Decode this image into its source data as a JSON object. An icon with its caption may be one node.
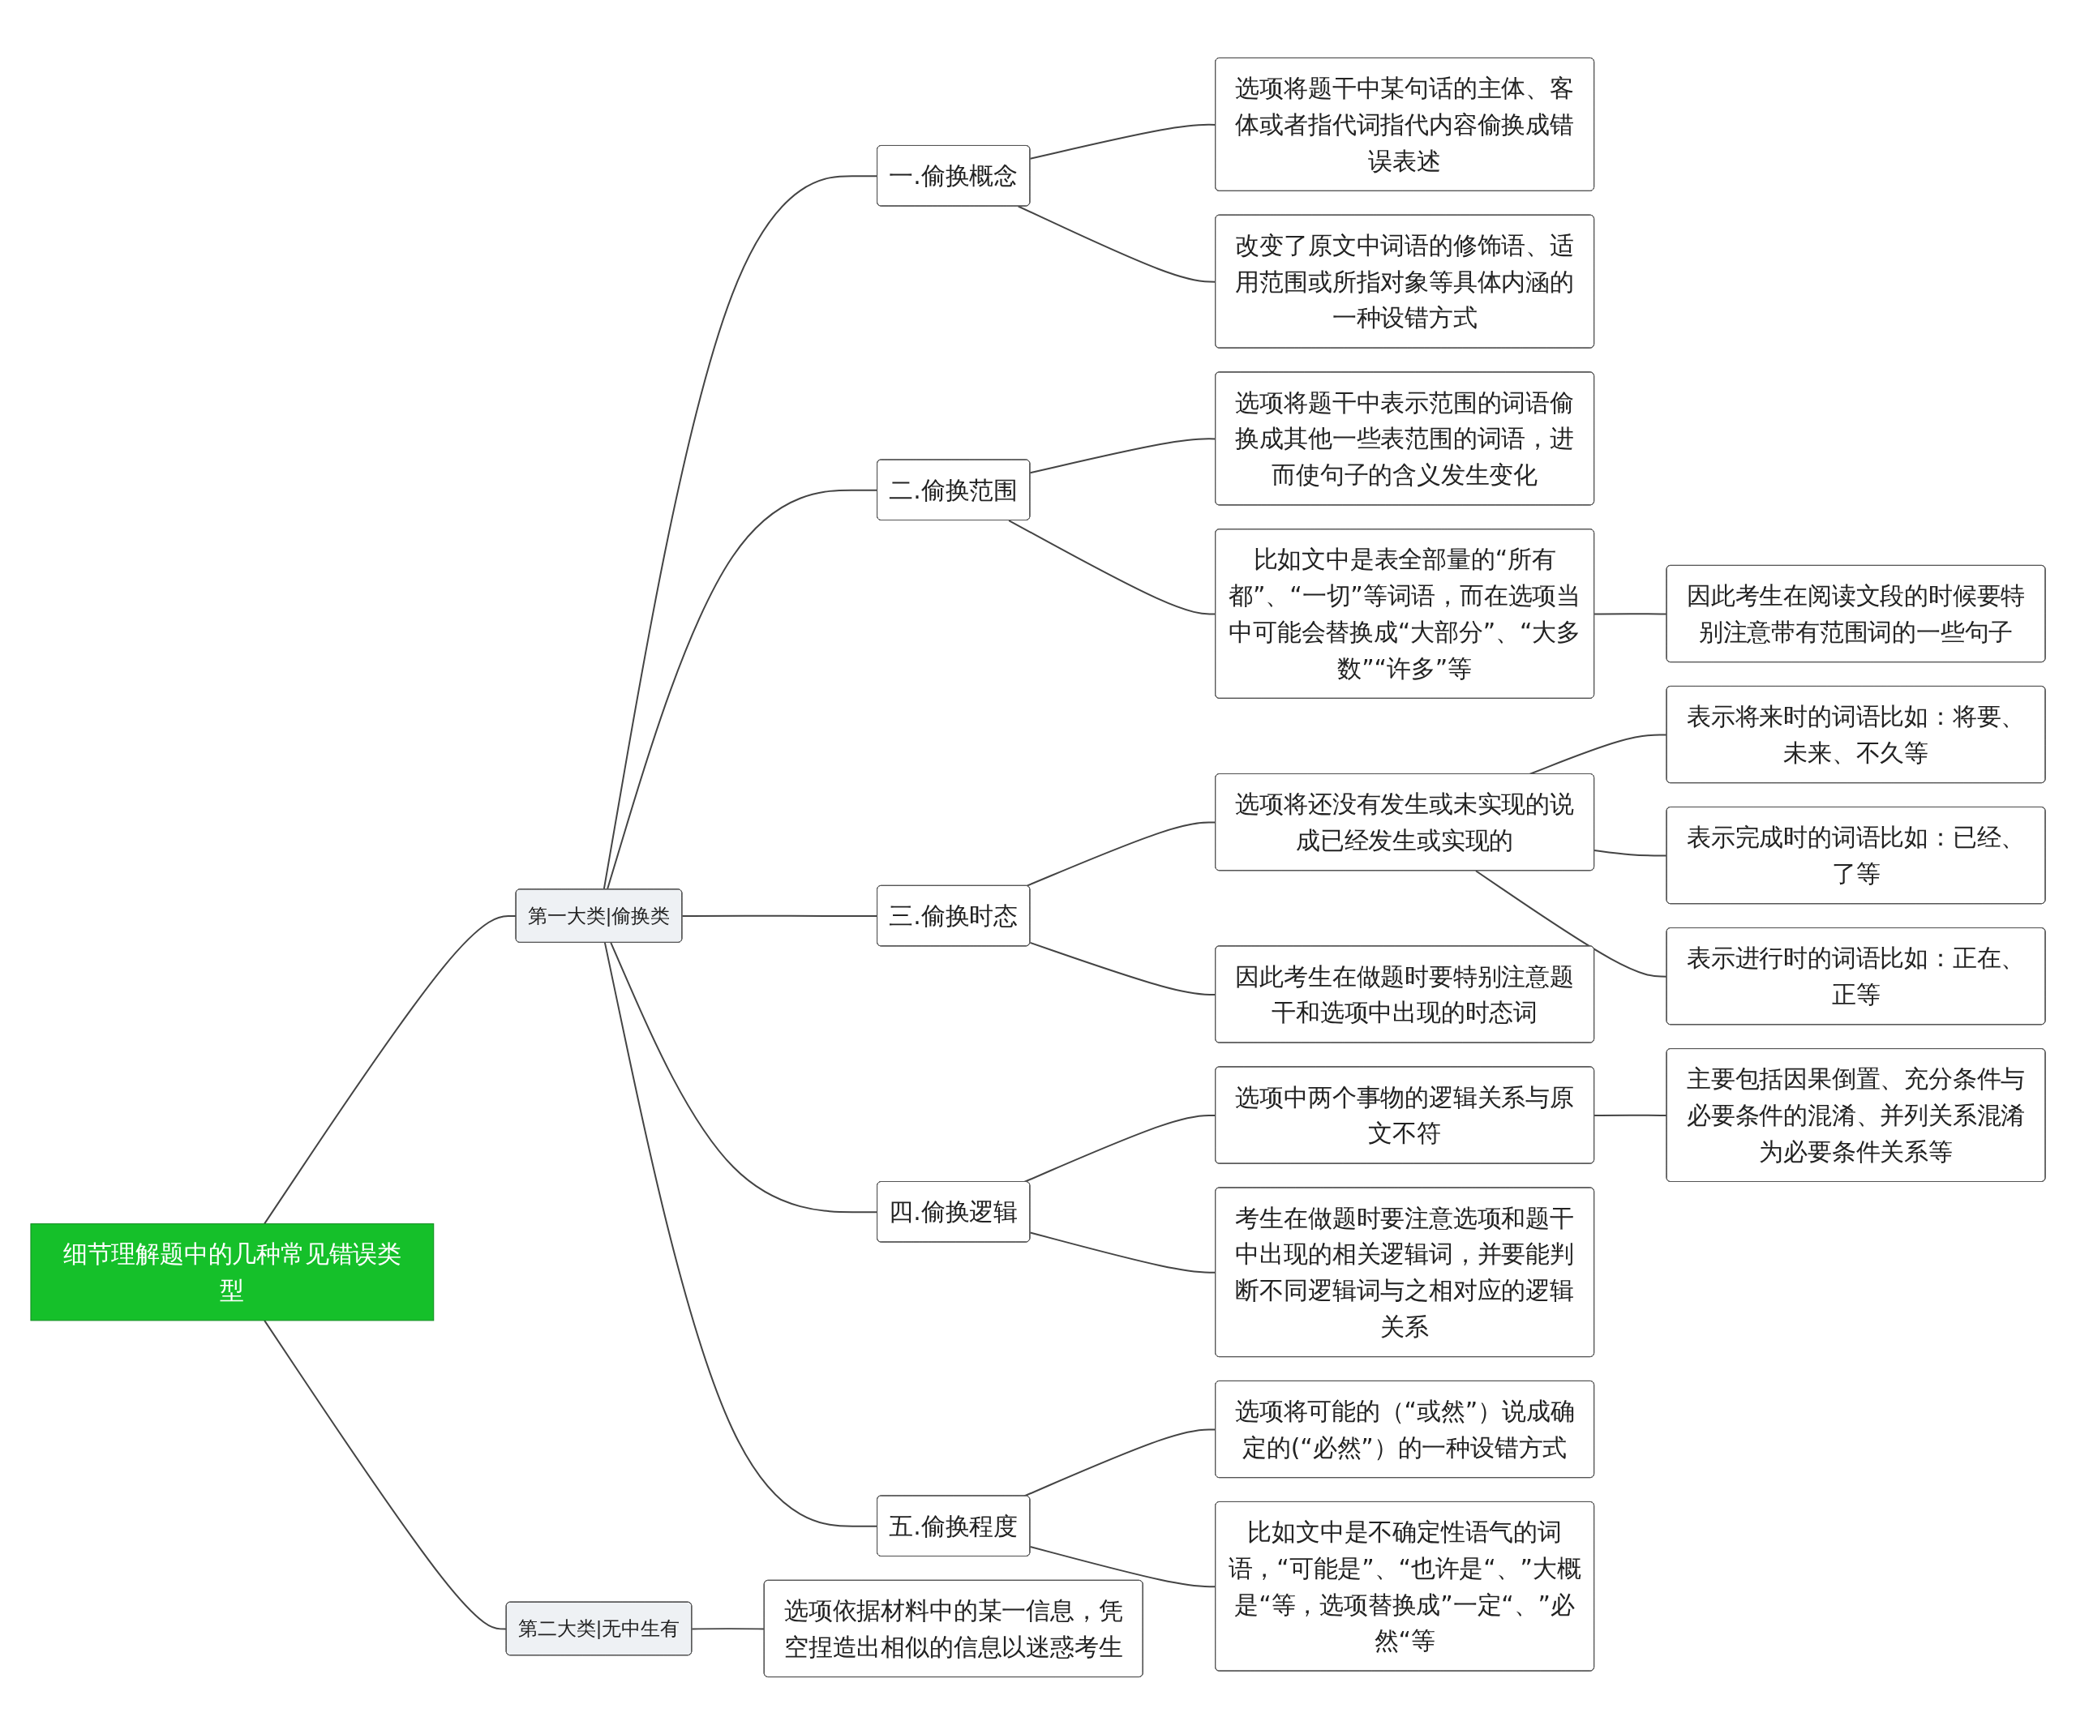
{
  "diagram": {
    "nodes": [
      {
        "text": [
          "细节理解题中的几种常见错误类型"
        ]
      },
      {
        "text": [
          "第一大类|偷换类"
        ]
      },
      {
        "text": [
          "一.偷换概念"
        ]
      },
      {
        "text": [
          "选项将题干中某句话的主体、客体或者指代词指代内容偷换成错误表述"
        ]
      },
      {
        "text": [
          "改变了原文中词语的修饰语、适用范围或所指对象等具体内涵的一种设错方式"
        ]
      },
      {
        "text": [
          "二.偷换范围"
        ]
      },
      {
        "text": [
          "选项将题干中表示范围的词语偷换成其他一些表范围的词语，进而使句子的含义发生变化"
        ]
      },
      {
        "text": [
          "比如文中是表全部量的“所有都”、“一切”等词语，而在选项当中可能会替换成“大部分”、“大多数”“许多”等"
        ]
      },
      {
        "text": [
          "因此考生在阅读文段的时候要特别注意带有范围词的一些句子"
        ]
      },
      {
        "text": [
          "三.偷换时态"
        ]
      },
      {
        "text": [
          "选项将还没有发生或未实现的说成已经发生或实现的"
        ]
      },
      {
        "text": [
          "表示将来时的词语比如：将要、未来、不久等"
        ]
      },
      {
        "text": [
          "表示完成时的词语比如：已经、了等"
        ]
      },
      {
        "text": [
          "表示进行时的词语比如：正在、正等"
        ]
      },
      {
        "text": [
          "因此考生在做题时要特别注意题干和选项中出现的时态词"
        ]
      },
      {
        "text": [
          "四.偷换逻辑"
        ]
      },
      {
        "text": [
          "选项中两个事物的逻辑关系与原文不符"
        ]
      },
      {
        "text": [
          "主要包括因果倒置、充分条件与必要条件的混淆、并列关系混淆为必要条件关系等"
        ]
      },
      {
        "text": [
          "考生在做题时要注意选项和题干中出现的相关逻辑词，并要能判断不同逻辑词与之相对应的逻辑关系"
        ]
      },
      {
        "text": [
          "五.偷换程度"
        ]
      },
      {
        "text": [
          "选项将可能的（“或然”）说成确定的(“必然”）的一种设错方式"
        ]
      },
      {
        "text": [
          "比如文中是不确定性语气的词语，“可能是”、“也许是“、”大概是“等，选项替换成”一定“、”必然“等"
        ]
      },
      {
        "text": [
          "第二大类|无中生有"
        ]
      },
      {
        "text": [
          "选项依据材料中的某一信息，凭空捏造出相似的信息以迷惑考生"
        ]
      }
    ],
    "edges": [
      {
        "from": 0,
        "to": 1,
        "arrow": "none"
      },
      {
        "from": 1,
        "to": 2,
        "arrow": "none"
      },
      {
        "from": 2,
        "to": 3,
        "arrow": "none"
      },
      {
        "from": 2,
        "to": 4,
        "arrow": "none"
      },
      {
        "from": 1,
        "to": 5,
        "arrow": "none"
      },
      {
        "from": 5,
        "to": 6,
        "arrow": "none"
      },
      {
        "from": 5,
        "to": 7,
        "arrow": "none"
      },
      {
        "from": 7,
        "to": 8,
        "arrow": "none"
      },
      {
        "from": 1,
        "to": 9,
        "arrow": "none"
      },
      {
        "from": 9,
        "to": 10,
        "arrow": "none"
      },
      {
        "from": 10,
        "to": 11,
        "arrow": "none"
      },
      {
        "from": 10,
        "to": 12,
        "arrow": "none"
      },
      {
        "from": 10,
        "to": 13,
        "arrow": "none"
      },
      {
        "from": 9,
        "to": 14,
        "arrow": "none"
      },
      {
        "from": 1,
        "to": 15,
        "arrow": "none"
      },
      {
        "from": 15,
        "to": 16,
        "arrow": "none"
      },
      {
        "from": 16,
        "to": 17,
        "arrow": "none"
      },
      {
        "from": 15,
        "to": 18,
        "arrow": "none"
      },
      {
        "from": 1,
        "to": 19,
        "arrow": "none"
      },
      {
        "from": 19,
        "to": 20,
        "arrow": "none"
      },
      {
        "from": 19,
        "to": 21,
        "arrow": "none"
      },
      {
        "from": 0,
        "to": 22,
        "arrow": "none"
      },
      {
        "from": 22,
        "to": 23,
        "arrow": "none"
      }
    ]
  }
}
